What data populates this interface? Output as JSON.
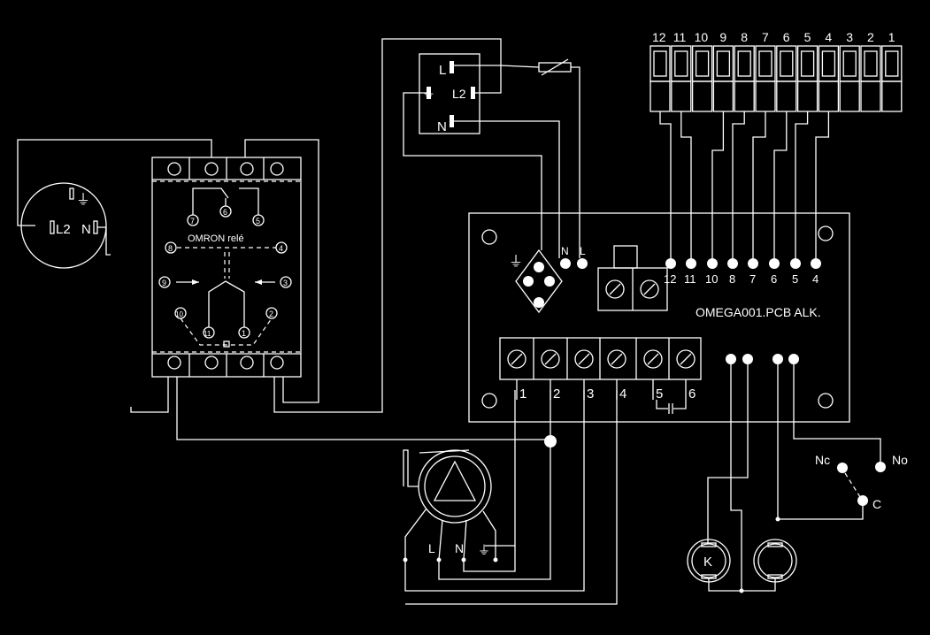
{
  "socket": {
    "earth": "⏚",
    "l2": "L2",
    "n": "N"
  },
  "switch": {
    "l": "L",
    "l2": "L2",
    "n": "N",
    "earth": "⏚"
  },
  "relay": {
    "title": "OMRON relé",
    "pins": [
      "7",
      "6",
      "5",
      "8",
      "4",
      "9",
      "3",
      "10",
      "2",
      "11",
      "1"
    ]
  },
  "connector": {
    "numbers": [
      "12",
      "11",
      "10",
      "9",
      "8",
      "7",
      "6",
      "5",
      "4",
      "3",
      "2",
      "1"
    ]
  },
  "pcb": {
    "title": "OMEGA001.PCB ALK.",
    "power_labels": [
      "N",
      "L"
    ],
    "earth": "⏚",
    "bottom_terminal_labels": [
      "1",
      "2",
      "3",
      "4",
      "5",
      "6"
    ],
    "top_terminal_labels": [
      "12",
      "11",
      "10",
      "8",
      "7",
      "6",
      "5",
      "4"
    ]
  },
  "pump": {
    "l": "L",
    "n": "N",
    "earth": "⏚"
  },
  "thermostat": {
    "nc": "Nc",
    "no": "No",
    "c": "C"
  },
  "sensor": {
    "k": "K"
  }
}
